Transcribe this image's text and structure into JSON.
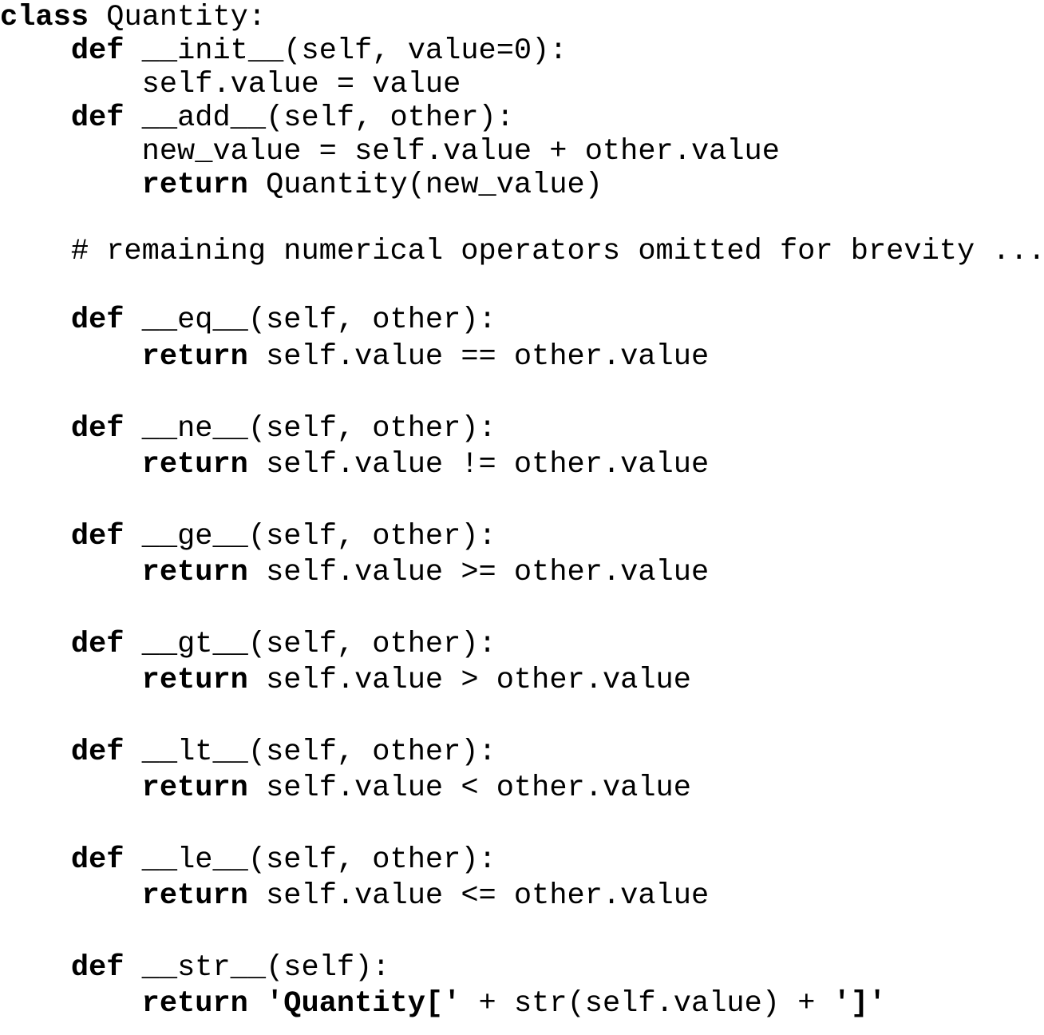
{
  "document": {
    "language": "python",
    "lines": [
      [
        {
          "t": "class",
          "kw": true
        },
        {
          "t": " Quantity:"
        }
      ],
      [
        {
          "t": "    "
        },
        {
          "t": "def",
          "kw": true
        },
        {
          "t": " __init__(self, value=0):"
        }
      ],
      [
        {
          "t": "        self.value = value"
        }
      ],
      [
        {
          "t": "    "
        },
        {
          "t": "def",
          "kw": true
        },
        {
          "t": " __add__(self, other):"
        }
      ],
      [
        {
          "t": "        new_value = self.value + other.value"
        }
      ],
      [
        {
          "t": "        "
        },
        {
          "t": "return",
          "kw": true
        },
        {
          "t": " Quantity(new_value)"
        }
      ],
      [],
      [
        {
          "t": "    # remaining numerical operators omitted for brevity ..."
        }
      ],
      [],
      [
        {
          "t": "    "
        },
        {
          "t": "def",
          "kw": true
        },
        {
          "t": " __eq__(self, other):"
        }
      ],
      [
        {
          "t": "        "
        },
        {
          "t": "return",
          "kw": true
        },
        {
          "t": " self.value == other.value"
        }
      ],
      [],
      [
        {
          "t": "    "
        },
        {
          "t": "def",
          "kw": true
        },
        {
          "t": " __ne__(self, other):"
        }
      ],
      [
        {
          "t": "        "
        },
        {
          "t": "return",
          "kw": true
        },
        {
          "t": " self.value != other.value"
        }
      ],
      [],
      [
        {
          "t": "    "
        },
        {
          "t": "def",
          "kw": true
        },
        {
          "t": " __ge__(self, other):"
        }
      ],
      [
        {
          "t": "        "
        },
        {
          "t": "return",
          "kw": true
        },
        {
          "t": " self.value >= other.value"
        }
      ],
      [],
      [
        {
          "t": "    "
        },
        {
          "t": "def",
          "kw": true
        },
        {
          "t": " __gt__(self, other):"
        }
      ],
      [
        {
          "t": "        "
        },
        {
          "t": "return",
          "kw": true
        },
        {
          "t": " self.value > other.value"
        }
      ],
      [],
      [
        {
          "t": "    "
        },
        {
          "t": "def",
          "kw": true
        },
        {
          "t": " __lt__(self, other):"
        }
      ],
      [
        {
          "t": "        "
        },
        {
          "t": "return",
          "kw": true
        },
        {
          "t": " self.value < other.value"
        }
      ],
      [],
      [
        {
          "t": "    "
        },
        {
          "t": "def",
          "kw": true
        },
        {
          "t": " __le__(self, other):"
        }
      ],
      [
        {
          "t": "        "
        },
        {
          "t": "return",
          "kw": true
        },
        {
          "t": " self.value <= other.value"
        }
      ],
      [],
      [
        {
          "t": "    "
        },
        {
          "t": "def",
          "kw": true
        },
        {
          "t": " __str__(self):"
        }
      ],
      [
        {
          "t": "        "
        },
        {
          "t": "return",
          "kw": true
        },
        {
          "t": " "
        },
        {
          "t": "'Quantity['",
          "kw": true
        },
        {
          "t": " + str(self.value) + "
        },
        {
          "t": "']'",
          "kw": true
        }
      ]
    ]
  }
}
